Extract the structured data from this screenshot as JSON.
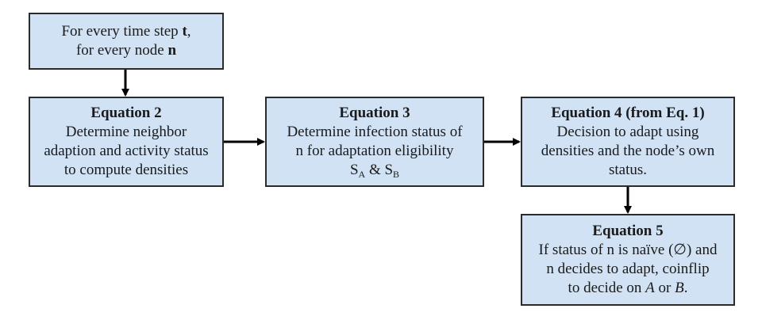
{
  "nodes": {
    "start": {
      "line1_prefix": "For every time step ",
      "line1_var": "t",
      "line1_suffix": ",",
      "line2_prefix": "for every node ",
      "line2_var": "n"
    },
    "eq2": {
      "title": "Equation 2",
      "lines": [
        "Determine neighbor",
        "adaption and activity status",
        "to compute densities"
      ]
    },
    "eq3": {
      "title": "Equation 3",
      "lines": [
        "Determine infection status of",
        "n for adaptation eligibility"
      ],
      "formula": {
        "s": "S",
        "sub_a": "A",
        "amp": " & ",
        "sub_b": "B"
      }
    },
    "eq4": {
      "title": "Equation 4 (from Eq. 1)",
      "lines": [
        "Decision to adapt using",
        "densities and the node’s own",
        "status."
      ]
    },
    "eq5": {
      "title": "Equation 5",
      "lines": [
        "If status of n is naïve (∅) and",
        "n decides to adapt, coinflip"
      ],
      "last_line": {
        "prefix": "to decide on ",
        "a": "A",
        "mid": " or ",
        "b": "B",
        "suffix": "."
      }
    }
  },
  "colors": {
    "box_fill": "#d0e2f3",
    "box_border": "#2b2b2b",
    "arrow": "#000000"
  }
}
